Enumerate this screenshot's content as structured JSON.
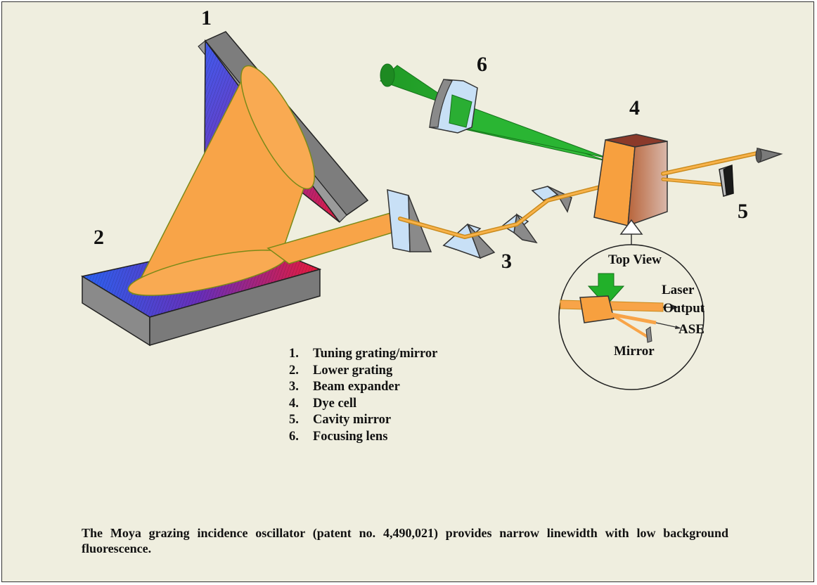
{
  "labels": {
    "n1": "1",
    "n2": "2",
    "n3": "3",
    "n4": "4",
    "n5": "5",
    "n6": "6",
    "top_view": "Top View",
    "laser": "Laser",
    "output": "Output",
    "ase": "ASE",
    "mirror": "Mirror"
  },
  "legend": [
    {
      "num": "1.",
      "text": "Tuning grating/mirror"
    },
    {
      "num": "2.",
      "text": "Lower grating"
    },
    {
      "num": "3.",
      "text": "Beam expander"
    },
    {
      "num": "4.",
      "text": "Dye cell"
    },
    {
      "num": "5.",
      "text": "Cavity mirror"
    },
    {
      "num": "6.",
      "text": "Focusing lens"
    }
  ],
  "caption": "The Moya grazing incidence oscillator (patent no. 4,490,021) provides narrow linewidth with low background fluorescence.",
  "colors": {
    "background": "#efeedf",
    "beam": "#f9a64a",
    "grating_blue": "#2d5ff2",
    "grating_red": "#e5183c",
    "grating_side": "#8b8b8b",
    "pump_green": "#22b02a",
    "optic_blue": "#c8e0f6",
    "dye_cell": "#f7a03f"
  }
}
